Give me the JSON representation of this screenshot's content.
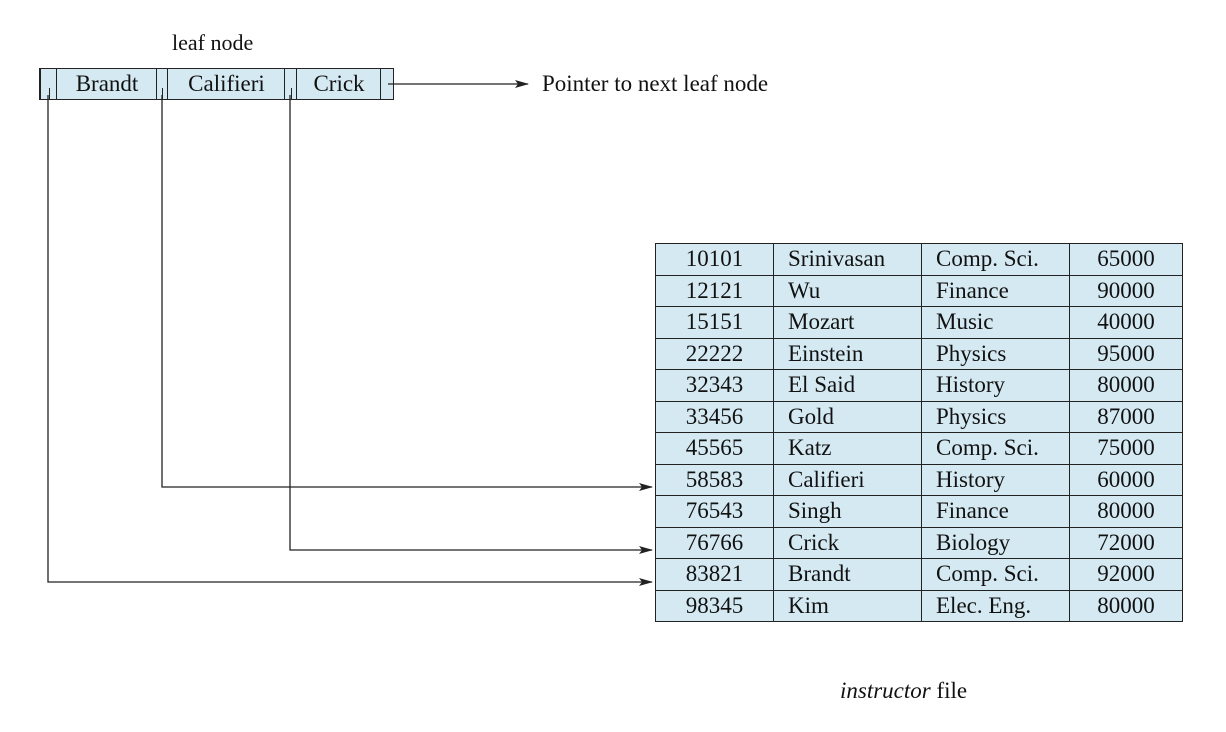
{
  "leaf_node": {
    "label": "leaf node",
    "keys": [
      "Brandt",
      "Califieri",
      "Crick"
    ],
    "next_pointer_label": "Pointer to next leaf node"
  },
  "instructor_file": {
    "caption_italic": "instructor",
    "caption_rest": " file",
    "rows": [
      [
        "10101",
        "Srinivasan",
        "Comp. Sci.",
        "65000"
      ],
      [
        "12121",
        "Wu",
        "Finance",
        "90000"
      ],
      [
        "15151",
        "Mozart",
        "Music",
        "40000"
      ],
      [
        "22222",
        "Einstein",
        "Physics",
        "95000"
      ],
      [
        "32343",
        "El Said",
        "History",
        "80000"
      ],
      [
        "33456",
        "Gold",
        "Physics",
        "87000"
      ],
      [
        "45565",
        "Katz",
        "Comp. Sci.",
        "75000"
      ],
      [
        "58583",
        "Califieri",
        "History",
        "60000"
      ],
      [
        "76543",
        "Singh",
        "Finance",
        "80000"
      ],
      [
        "76766",
        "Crick",
        "Biology",
        "72000"
      ],
      [
        "83821",
        "Brandt",
        "Comp. Sci.",
        "92000"
      ],
      [
        "98345",
        "Kim",
        "Elec. Eng.",
        "80000"
      ]
    ]
  },
  "colors": {
    "cell_fill": "#d4e9f2",
    "line": "#222222"
  },
  "pointers": [
    {
      "from_key": "Brandt",
      "to_row": "83821"
    },
    {
      "from_key": "Califieri",
      "to_row": "58583"
    },
    {
      "from_key": "Crick",
      "to_row": "76766"
    }
  ]
}
